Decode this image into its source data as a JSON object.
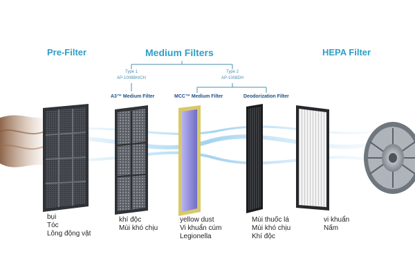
{
  "headers": {
    "pre_filter": "Pre-Filter",
    "medium_filters": "Medium Filters",
    "hepa_filter": "HEPA Filter"
  },
  "types": {
    "type1_label": "Type 1",
    "type1_model": "AP-1008BH/CH",
    "type2_label": "Type 2",
    "type2_model": "AP-1008DH"
  },
  "filters": {
    "a3": "A3™ Medium Filter",
    "mcc": "MCC™ Medium Filter",
    "deodorization": "Deodorization Filter"
  },
  "captions": {
    "pre_filter": [
      "bụi",
      "Tóc",
      "Lông động vật"
    ],
    "a3": [
      "khí độc",
      "Mùi khó chịu"
    ],
    "mcc": [
      "yellow dust",
      "Vi khuẩn cúm",
      "Legionella"
    ],
    "deodorization": [
      "Mùi thuốc lá",
      "Mùi khó chịu",
      "Khí độc"
    ],
    "hepa": [
      "vi khuẩn",
      "Nấm"
    ]
  },
  "colors": {
    "header_blue": "#2e9ec6",
    "subheader_navy": "#1e4e86",
    "mcc_frame": "#d8c86a",
    "mcc_media": "#8a88d8",
    "airflow": "#8cc8ee"
  },
  "icons": {
    "fan": "fan-icon",
    "air_inlet": "dusty-air-icon"
  }
}
